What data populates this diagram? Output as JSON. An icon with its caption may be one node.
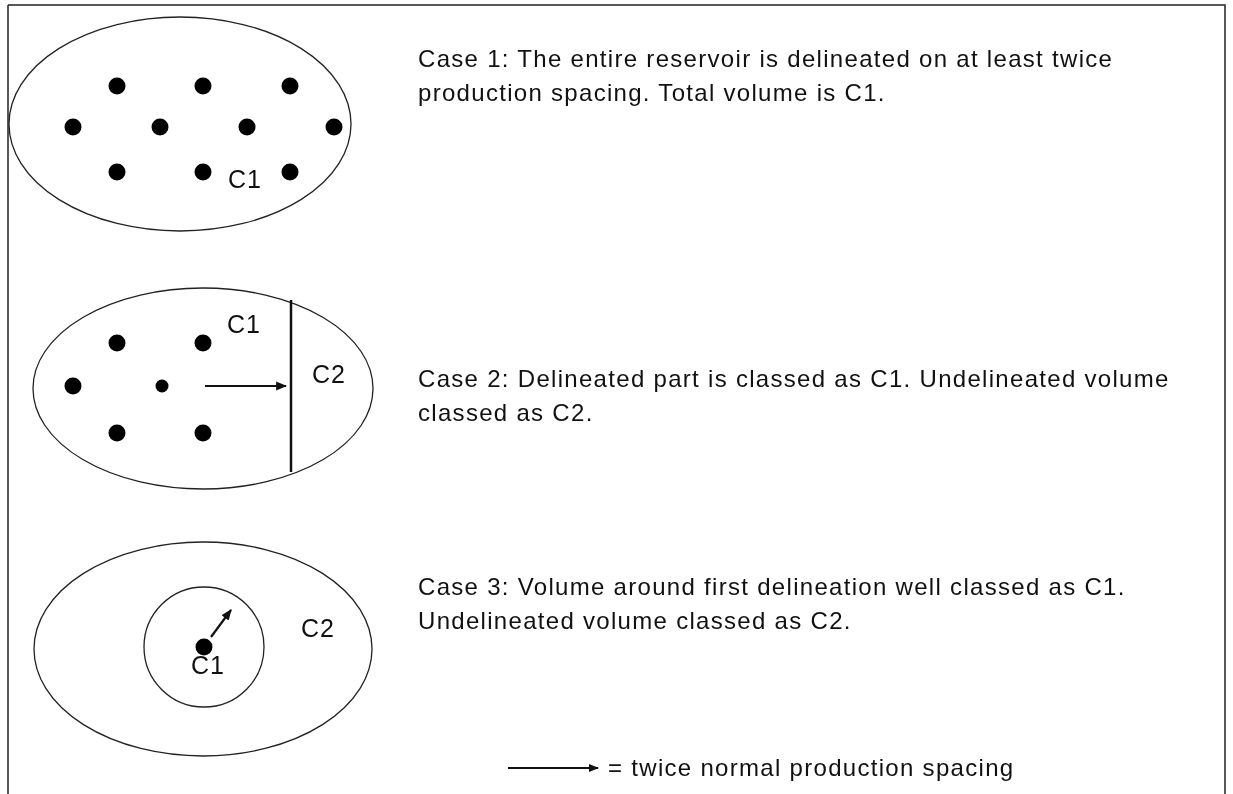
{
  "diagram": {
    "nodes": [
      {
        "text": [
          "C1"
        ]
      },
      {
        "text": [
          "C1",
          "C2"
        ]
      },
      {
        "text": [
          "C2"
        ]
      },
      {
        "text": [
          "C1"
        ],
        "in": 2
      }
    ],
    "labels": [
      "Case 1: The entire reservoir is delineated on at least twice production spacing. Total volume is C1.",
      "Case 2: Delineated part is classed as C1. Undelineated volume classed as C2.",
      "Case 3: Volume around first delineation well classed as C1. Undelineated volume classed as C2."
    ],
    "legend": [
      {
        "text": "= twice normal production spacing"
      }
    ]
  }
}
